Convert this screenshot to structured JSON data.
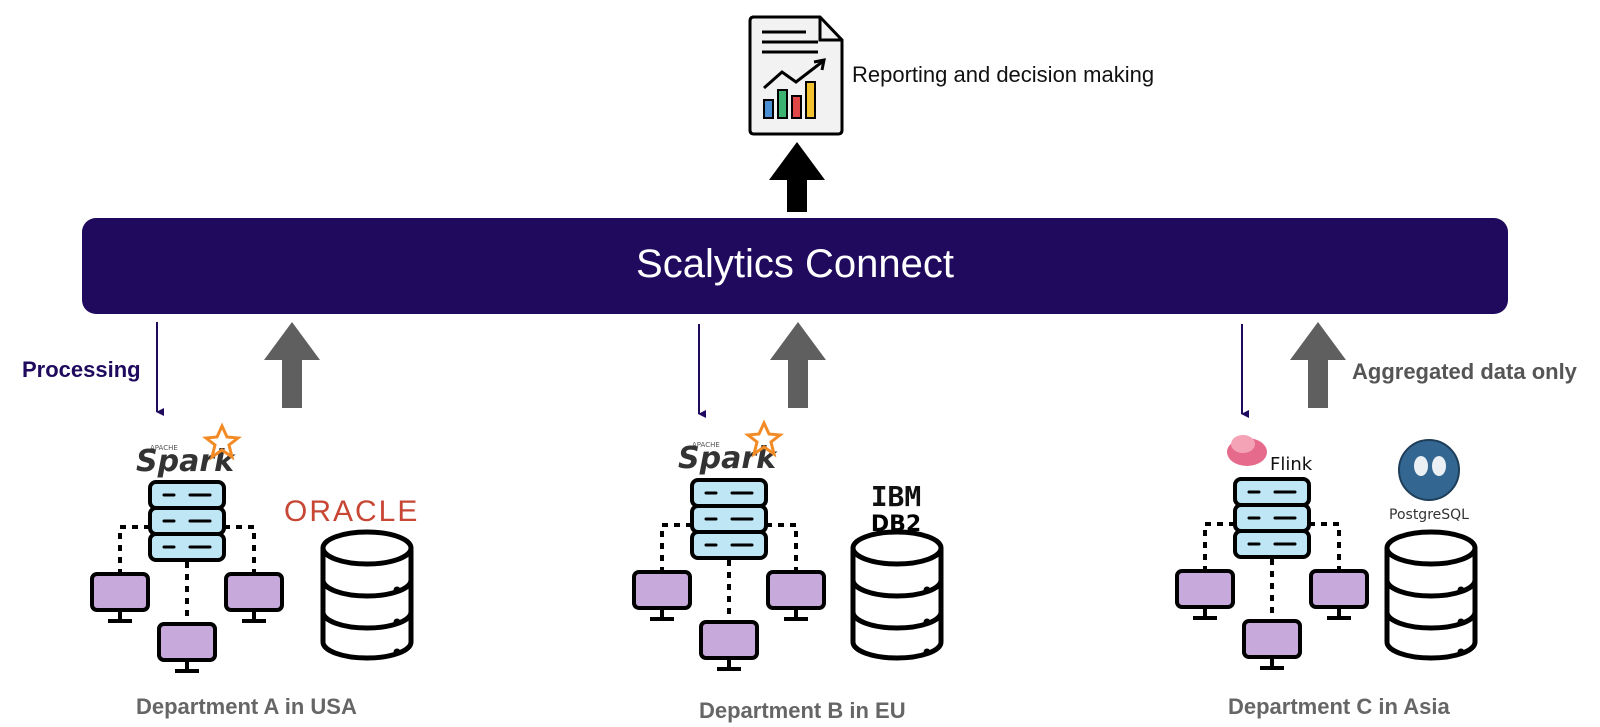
{
  "title": "Scalytics Connect",
  "report": {
    "label": "Reporting and decision making",
    "icon": "report-chart-icon"
  },
  "labels": {
    "processing": "Processing",
    "aggregated": "Aggregated data only"
  },
  "departments": [
    {
      "name": "Department A in USA",
      "engine": "Spark",
      "engine_apache": "APACHE",
      "db": "ORACLE"
    },
    {
      "name": "Department B in EU",
      "engine": "Spark",
      "engine_apache": "APACHE",
      "db_brand": "IBM",
      "db": "DB2"
    },
    {
      "name": "Department C in Asia",
      "engine": "Flink",
      "db": "PostgreSQL"
    }
  ],
  "colors": {
    "bar": "#1f0a5e",
    "gray_arrow": "#5f5f5f",
    "black_arrow": "#000000",
    "server": "#bfe6f5",
    "monitor": "#c7a9dc",
    "spark": "#f28b25",
    "oracle": "#c74634"
  }
}
